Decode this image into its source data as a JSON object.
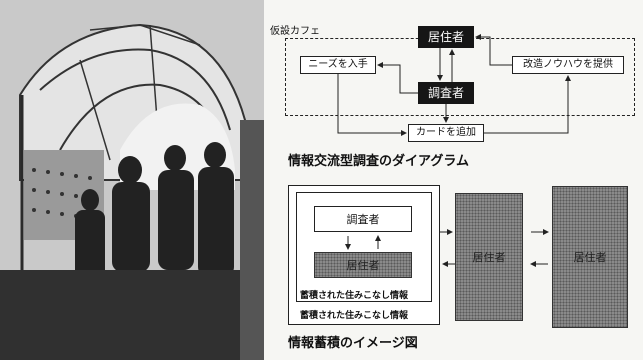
{
  "photo": {
    "description_icon": "tent-cafe-photo"
  },
  "diagram1": {
    "container_label": "仮設カフェ",
    "resident": "居住者",
    "surveyor": "調査者",
    "needs": "ニーズを入手",
    "knowhow": "改造ノウハウを提供",
    "add_card": "カードを追加",
    "caption": "情報交流型調査のダイアグラム"
  },
  "diagram2": {
    "surveyor": "調査者",
    "resident_inner": "居住者",
    "resident_mid": "居住者",
    "resident_right": "居住者",
    "info_inner": "蓄積された住みこなし情報",
    "info_outer": "蓄積された住みこなし情報",
    "caption": "情報蓄積のイメージ図"
  }
}
